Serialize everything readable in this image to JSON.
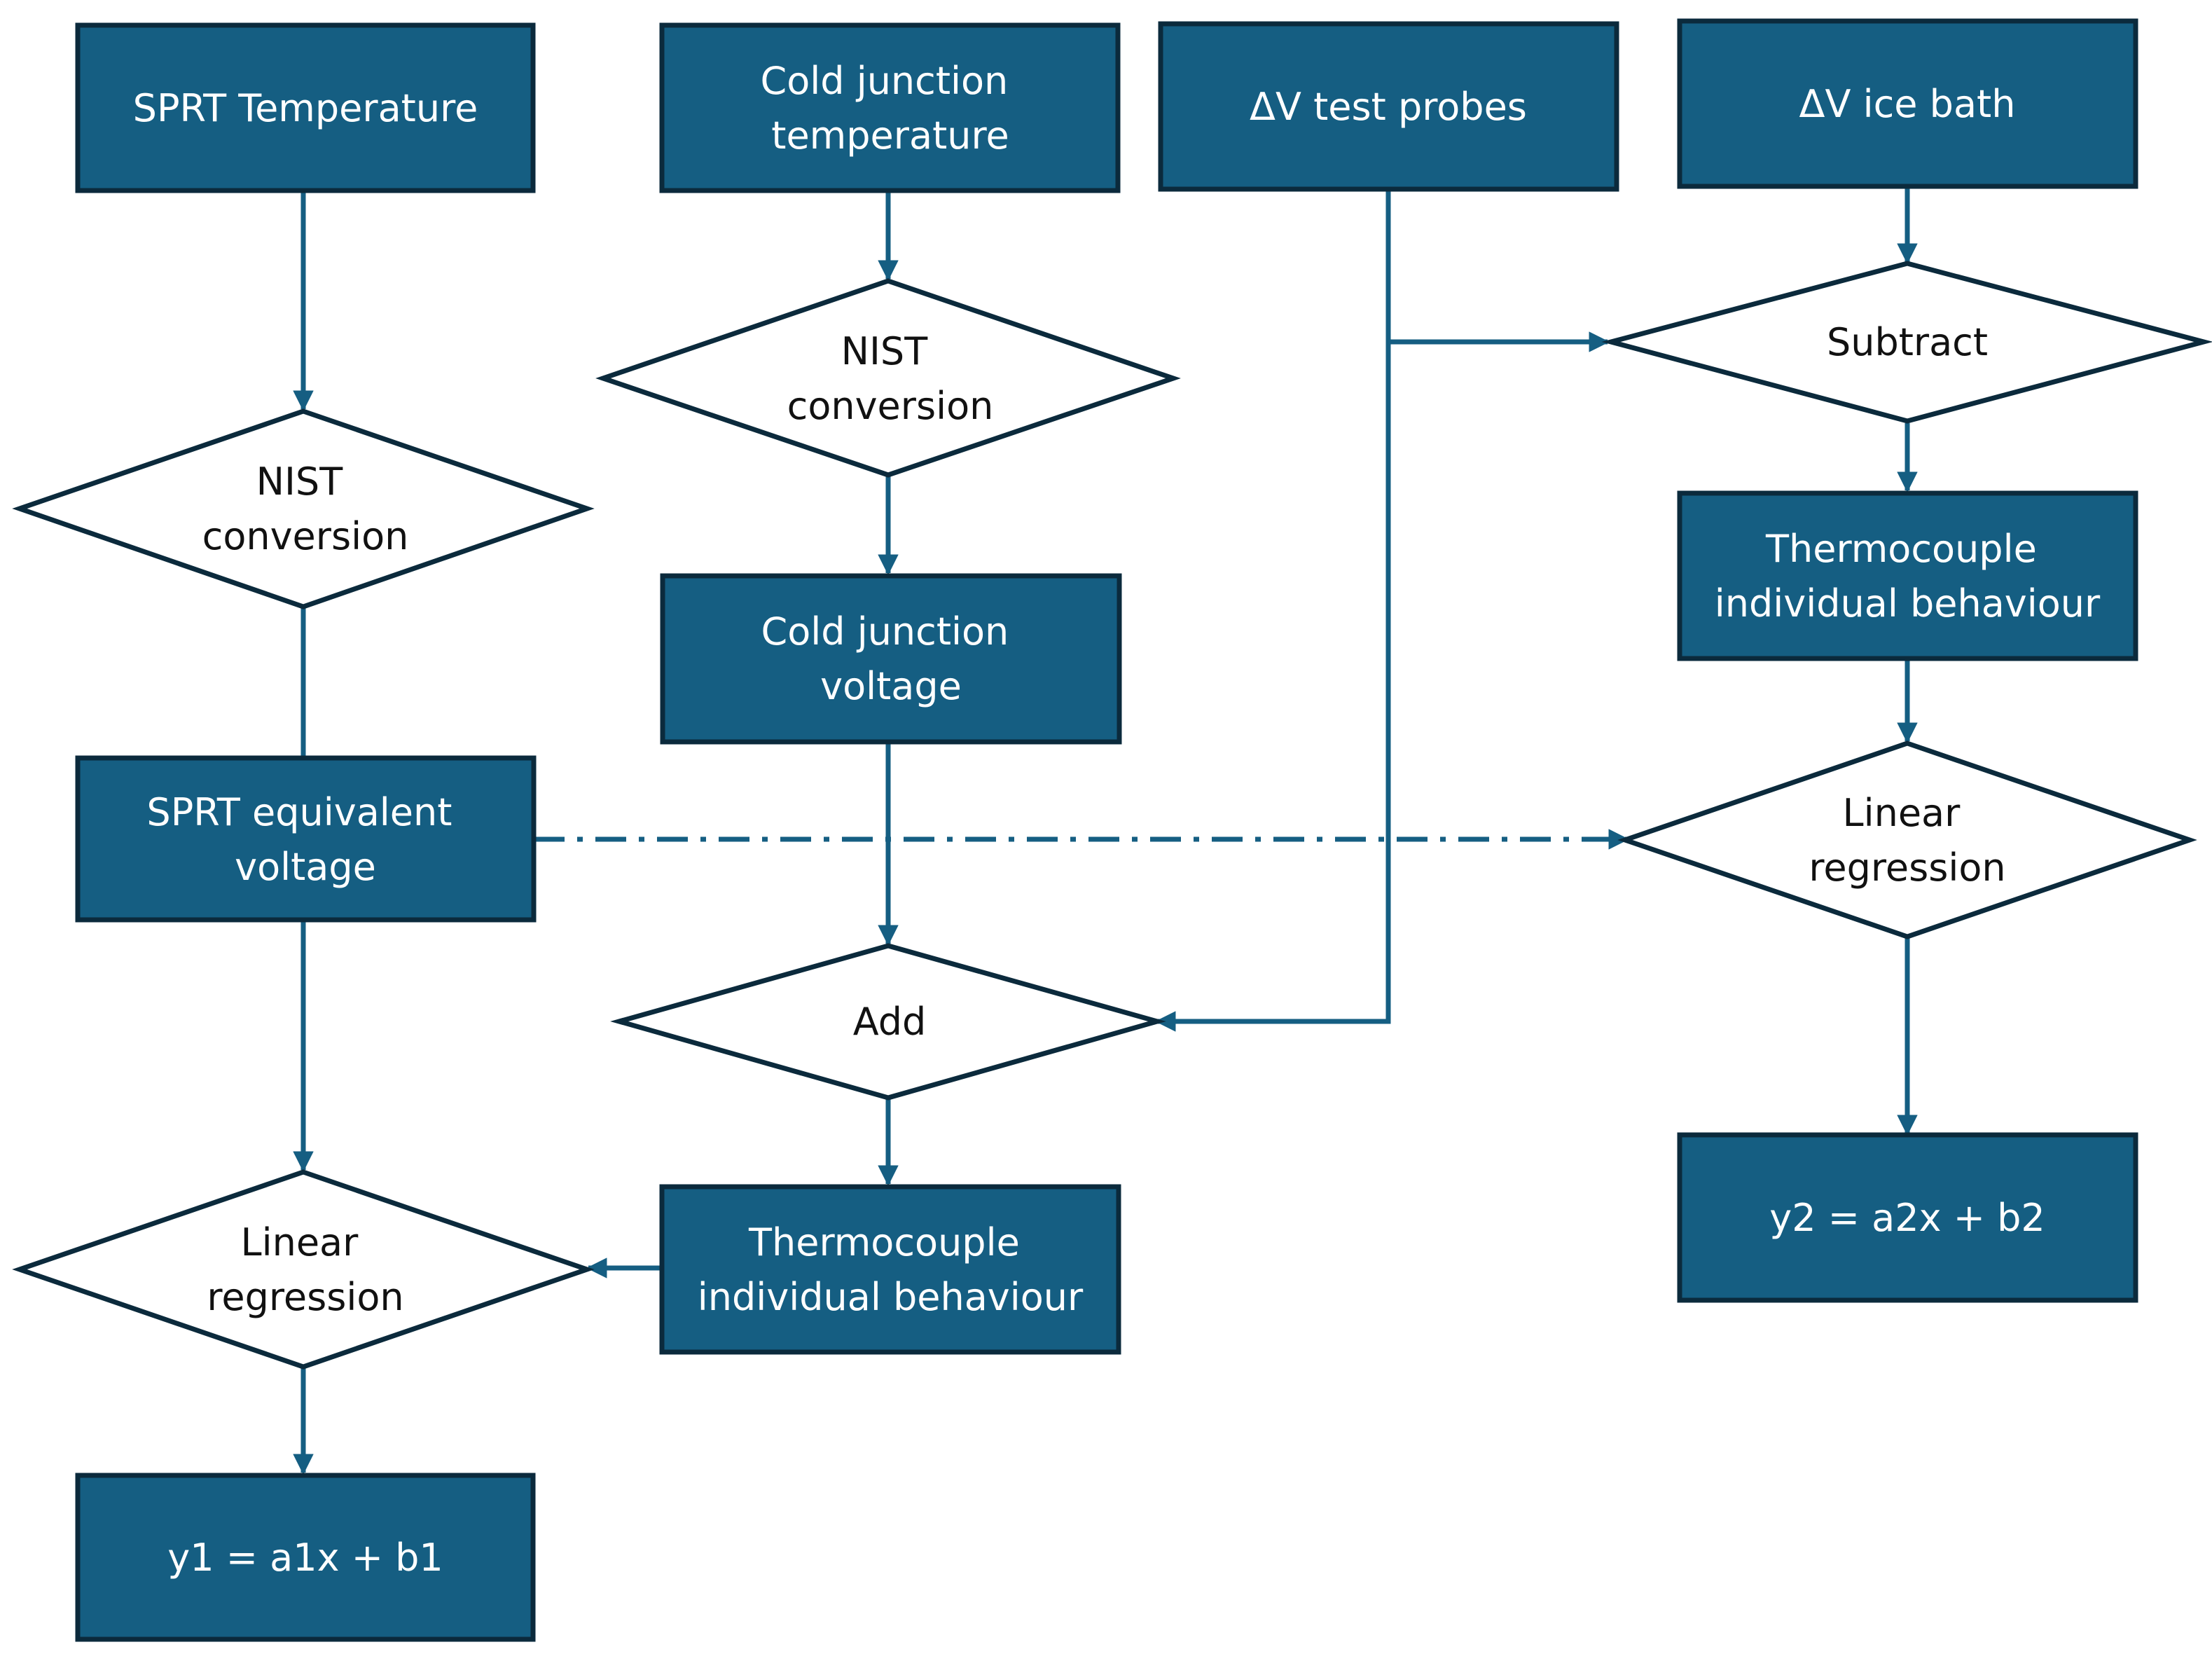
{
  "colors": {
    "box_fill": "#155e82",
    "box_stroke": "#0b2a3c",
    "connector": "#155e82",
    "text_on_box": "#ffffff",
    "text_on_diamond": "#111111"
  },
  "nodes": {
    "sprt_temperature": [
      "SPRT Temperature"
    ],
    "nist_conversion_1": [
      "NIST",
      "conversion"
    ],
    "sprt_equivalent_voltage": [
      "SPRT equivalent",
      "voltage"
    ],
    "linear_regression_1": [
      "Linear",
      "regression"
    ],
    "y1_equation": [
      "y1 = a1x + b1"
    ],
    "cold_junction_temperature": [
      "Cold junction",
      "temperature"
    ],
    "nist_conversion_2": [
      "NIST",
      "conversion"
    ],
    "cold_junction_voltage": [
      "Cold junction",
      "voltage"
    ],
    "add": [
      "Add"
    ],
    "thermocouple_behaviour_1": [
      "Thermocouple",
      "individual behaviour"
    ],
    "dv_test_probes": [
      "ΔV test probes"
    ],
    "dv_ice_bath": [
      "ΔV ice bath"
    ],
    "subtract": [
      "Subtract"
    ],
    "thermocouple_behaviour_2": [
      "Thermocouple",
      "individual behaviour"
    ],
    "linear_regression_2": [
      "Linear",
      "regression"
    ],
    "y2_equation": [
      "y2 = a2x + b2"
    ]
  }
}
